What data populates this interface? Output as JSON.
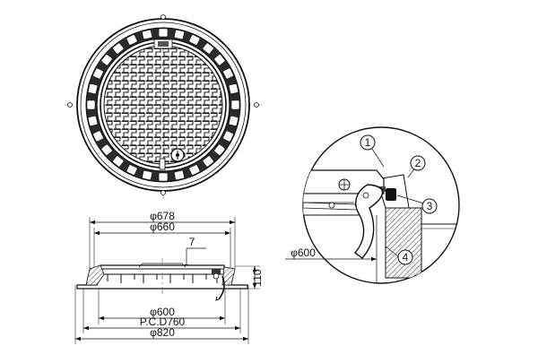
{
  "dimensions": {
    "phi678": "φ678",
    "phi660": "φ660",
    "gap7": "7",
    "height110": "110",
    "phi600_bottom": "φ600",
    "pcd760": "P.C.D760",
    "phi820": "φ820",
    "phi600_detail": "φ600"
  },
  "callouts": [
    "1",
    "2",
    "3",
    "4"
  ]
}
